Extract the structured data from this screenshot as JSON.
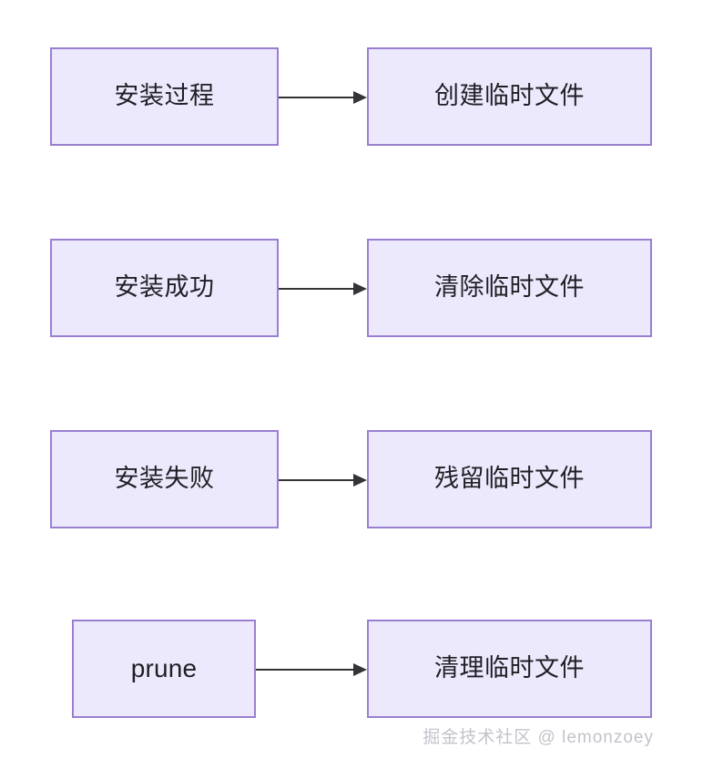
{
  "diagram": {
    "type": "flowchart",
    "background_color": "#ffffff",
    "node_fill_color": "#ece9fd",
    "node_border_color": "#9a7fd0",
    "edge_color": "#333338",
    "rows": [
      {
        "source": "安装过程",
        "target": "创建临时文件",
        "edge": "arrow-right"
      },
      {
        "source": "安装成功",
        "target": "清除临时文件",
        "edge": "arrow-right"
      },
      {
        "source": "安装失败",
        "target": "残留临时文件",
        "edge": "arrow-right"
      },
      {
        "source": "prune",
        "target": "清理临时文件",
        "edge": "arrow-right"
      }
    ]
  },
  "watermark": {
    "text": "掘金技术社区 @ lemonzoey",
    "color": "#c3c3cb"
  }
}
